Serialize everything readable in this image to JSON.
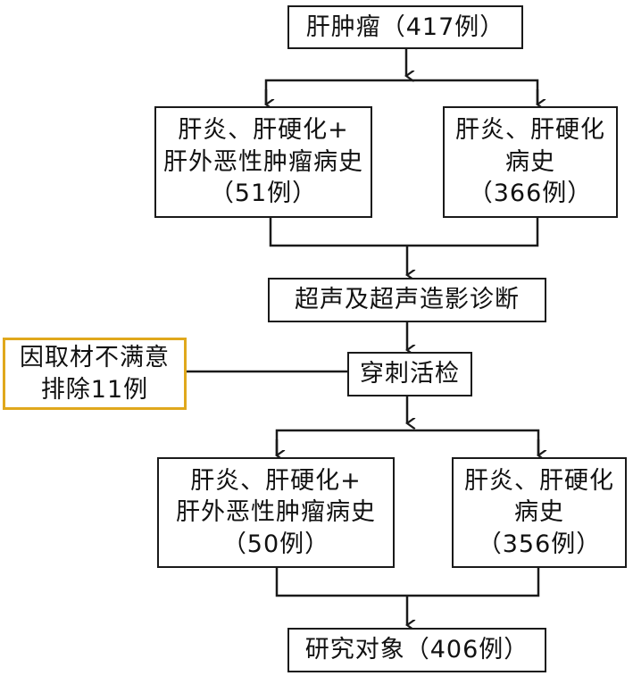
{
  "nodes": {
    "total": {
      "lines": [
        "肝肿瘤（417例）"
      ]
    },
    "group1_left": {
      "lines": [
        "肝炎、肝硬化+",
        "肝外恶性肿瘤病史",
        "（51例）"
      ]
    },
    "group1_right": {
      "lines": [
        "肝炎、肝硬化",
        "病史",
        "（366例）"
      ]
    },
    "ultrasound": {
      "lines": [
        "超声及超声造影诊断"
      ]
    },
    "biopsy": {
      "lines": [
        "穿刺活检"
      ]
    },
    "excluded": {
      "lines": [
        "因取材不满意",
        "排除11例"
      ]
    },
    "group2_left": {
      "lines": [
        "肝炎、肝硬化+",
        "肝外恶性肿瘤病史",
        "（50例）"
      ]
    },
    "group2_right": {
      "lines": [
        "肝炎、肝硬化",
        "病史",
        "（356例）"
      ]
    },
    "final": {
      "lines": [
        "研究对象（406例）"
      ]
    }
  },
  "colors": {
    "box_border": "#1a1a1a",
    "exclude_border": "#e0a81c"
  }
}
